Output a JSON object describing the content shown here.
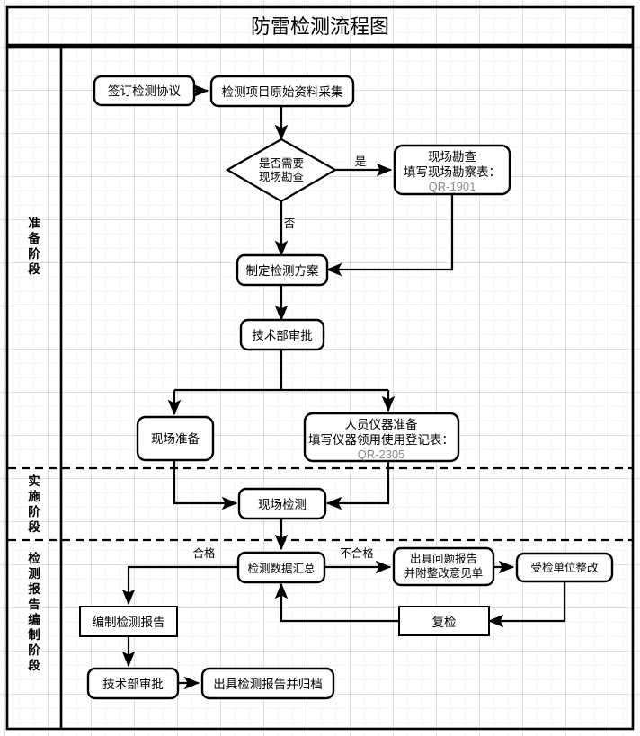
{
  "header": {
    "title": "防雷检测流程图"
  },
  "phases": [
    {
      "id": "prep",
      "label": "准备阶段"
    },
    {
      "id": "exec",
      "label": "实施阶段"
    },
    {
      "id": "report",
      "label": "检测报告编制阶段"
    }
  ],
  "colors": {
    "stroke": "#000000",
    "fill": "#ffffff",
    "grid": "#e8e8e8",
    "muted": "#8a8a8a"
  },
  "chart_data": {
    "type": "diagram",
    "title": "防雷检测流程图",
    "nodes": [
      {
        "id": "n1",
        "shape": "rounded-rect",
        "lines": [
          "签订检测协议"
        ]
      },
      {
        "id": "n2",
        "shape": "rounded-rect",
        "lines": [
          "检测项目原始资料采集"
        ]
      },
      {
        "id": "d1",
        "shape": "diamond",
        "lines": [
          "是否需要",
          "现场勘查"
        ]
      },
      {
        "id": "n3",
        "shape": "rounded-rect",
        "lines": [
          "现场勘查",
          "填写现场勘察表：",
          "QR-1901"
        ],
        "muted_line": 2
      },
      {
        "id": "n4",
        "shape": "rounded-rect",
        "lines": [
          "制定检测方案"
        ]
      },
      {
        "id": "n5",
        "shape": "rounded-rect",
        "lines": [
          "技术部审批"
        ]
      },
      {
        "id": "n6",
        "shape": "rounded-rect",
        "lines": [
          "现场准备"
        ]
      },
      {
        "id": "n7",
        "shape": "rounded-rect",
        "lines": [
          "人员仪器准备",
          "填写仪器领用使用登记表：",
          "QR-2305"
        ],
        "muted_line": 2
      },
      {
        "id": "n8",
        "shape": "rounded-rect",
        "lines": [
          "现场检测"
        ]
      },
      {
        "id": "n9",
        "shape": "rounded-rect",
        "lines": [
          "检测数据汇总"
        ]
      },
      {
        "id": "n10",
        "shape": "rounded-rect",
        "lines": [
          "出具问题报告",
          "并附整改意见单"
        ]
      },
      {
        "id": "n11",
        "shape": "rounded-rect",
        "lines": [
          "受检单位整改"
        ]
      },
      {
        "id": "n12",
        "shape": "rect",
        "lines": [
          "复检"
        ]
      },
      {
        "id": "n13",
        "shape": "rect",
        "lines": [
          "编制检测报告"
        ]
      },
      {
        "id": "n14",
        "shape": "rounded-rect",
        "lines": [
          "技术部审批"
        ]
      },
      {
        "id": "n15",
        "shape": "rounded-rect",
        "lines": [
          "出具检测报告并归档"
        ]
      }
    ],
    "edge_labels": [
      {
        "id": "e_yes",
        "text": "是"
      },
      {
        "id": "e_no",
        "text": "否"
      },
      {
        "id": "e_pass",
        "text": "合格"
      },
      {
        "id": "e_fail",
        "text": "不合格"
      }
    ],
    "edges": [
      {
        "from": "n1",
        "to": "n2"
      },
      {
        "from": "n2",
        "to": "d1"
      },
      {
        "from": "d1",
        "to": "n3",
        "label": "是"
      },
      {
        "from": "d1",
        "to": "n4",
        "label": "否"
      },
      {
        "from": "n3",
        "to": "n4"
      },
      {
        "from": "n4",
        "to": "n5"
      },
      {
        "from": "n5",
        "to": "n6"
      },
      {
        "from": "n5",
        "to": "n7"
      },
      {
        "from": "n6",
        "to": "n8"
      },
      {
        "from": "n7",
        "to": "n8"
      },
      {
        "from": "n8",
        "to": "n9"
      },
      {
        "from": "n9",
        "to": "n13",
        "label": "合格"
      },
      {
        "from": "n9",
        "to": "n10",
        "label": "不合格"
      },
      {
        "from": "n10",
        "to": "n11"
      },
      {
        "from": "n11",
        "to": "n12"
      },
      {
        "from": "n12",
        "to": "n9"
      },
      {
        "from": "n13",
        "to": "n14"
      },
      {
        "from": "n14",
        "to": "n15"
      }
    ]
  }
}
